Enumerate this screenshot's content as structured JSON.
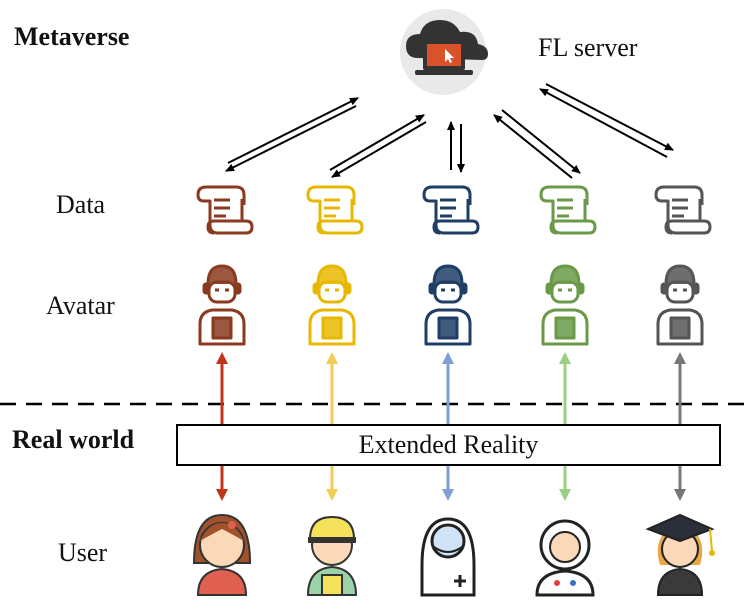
{
  "labels": {
    "metaverse": "Metaverse",
    "real_world": "Real world",
    "fl_server": "FL server",
    "data": "Data",
    "avatar": "Avatar",
    "user": "User",
    "xr": "Extended Reality"
  },
  "clients": [
    {
      "color": "#8a3a1e",
      "link_color": "#c0361b",
      "user": "girl-user-icon"
    },
    {
      "color": "#e8b800",
      "link_color": "#f2cc55",
      "user": "child-user-icon"
    },
    {
      "color": "#1f3e66",
      "link_color": "#7f9fd6",
      "user": "medic-user-icon"
    },
    {
      "color": "#6a9a48",
      "link_color": "#9ccf86",
      "user": "astronaut-user-icon"
    },
    {
      "color": "#555555",
      "link_color": "#777777",
      "user": "graduate-user-icon"
    }
  ],
  "colors": {
    "server_bg": "#e9e9e9",
    "server_cloud": "#333333",
    "server_screen": "#d9522a"
  }
}
